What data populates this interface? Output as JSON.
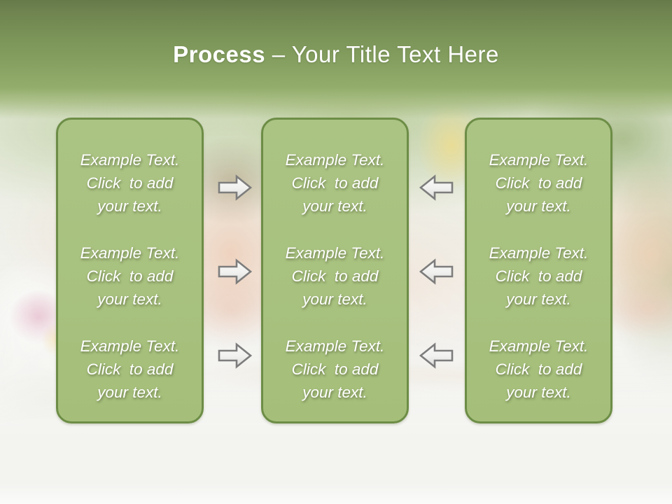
{
  "header": {
    "title_bold": "Process",
    "title_rest": " – Your Title Text Here"
  },
  "columns": [
    {
      "name": "left-column",
      "blocks": [
        "Example Text.\nClick  to add\nyour text.",
        "Example Text.\nClick  to add\nyour text.",
        "Example Text.\nClick  to add\nyour text."
      ]
    },
    {
      "name": "middle-column",
      "blocks": [
        "Example Text.\nClick  to add\nyour text.",
        "Example Text.\nClick  to add\nyour text.",
        "Example Text.\nClick  to add\nyour text."
      ]
    },
    {
      "name": "right-column",
      "blocks": [
        "Example Text.\nClick  to add\nyour text.",
        "Example Text.\nClick  to add\nyour text.",
        "Example Text.\nClick  to add\nyour text."
      ]
    }
  ],
  "arrows": {
    "between_left_and_middle": {
      "icon": "right-block-arrow",
      "direction": "right",
      "count": 3
    },
    "between_middle_and_right": {
      "icon": "left-block-arrow",
      "direction": "left",
      "count": 3
    }
  },
  "colors": {
    "header_gradient_top": "#66794a",
    "header_gradient_bottom": "#93ae6c",
    "title_text": "#ffffff",
    "box_fill": "#a7c17e",
    "box_border": "#6d8d46",
    "box_text": "#ffffff",
    "arrow_fill": "#f2f2f0",
    "arrow_border": "#7d7d7d",
    "slide_background": "#f4f4f1"
  }
}
